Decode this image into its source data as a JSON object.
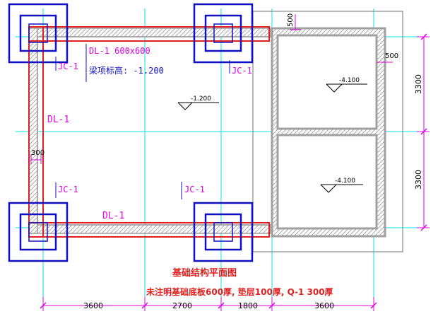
{
  "drawing": {
    "title": "基础结构平面图",
    "note": "未注明基础底板600厚, 垫层100厚, Q-1 300厚"
  },
  "beam": {
    "label_top": "DL-1 600x600",
    "top_elevation": "梁项标高: -1.200",
    "label_left": "DL-1",
    "label_bottom": "DL-1"
  },
  "footings": {
    "label_left_top": "JC-1",
    "label_right_top": "JC-1",
    "label_left_bottom": "JC-1",
    "label_right_bottom": "JC-1"
  },
  "levels": {
    "main": "-1.200",
    "pit_upper": "-4.100",
    "pit_lower": "-4.100"
  },
  "dimensions": {
    "bottom": [
      "3600",
      "2700",
      "1800",
      "3600"
    ],
    "right": [
      "3300",
      "3300"
    ],
    "pit_top": "500",
    "pit_right": "500",
    "wall": "300"
  },
  "colors": {
    "footing": "#1010c0",
    "beam": "#e02020",
    "axis": "#00e5e5",
    "dimension": "#e000e0",
    "wall": "#a0a0a0",
    "title": "#e02020"
  }
}
